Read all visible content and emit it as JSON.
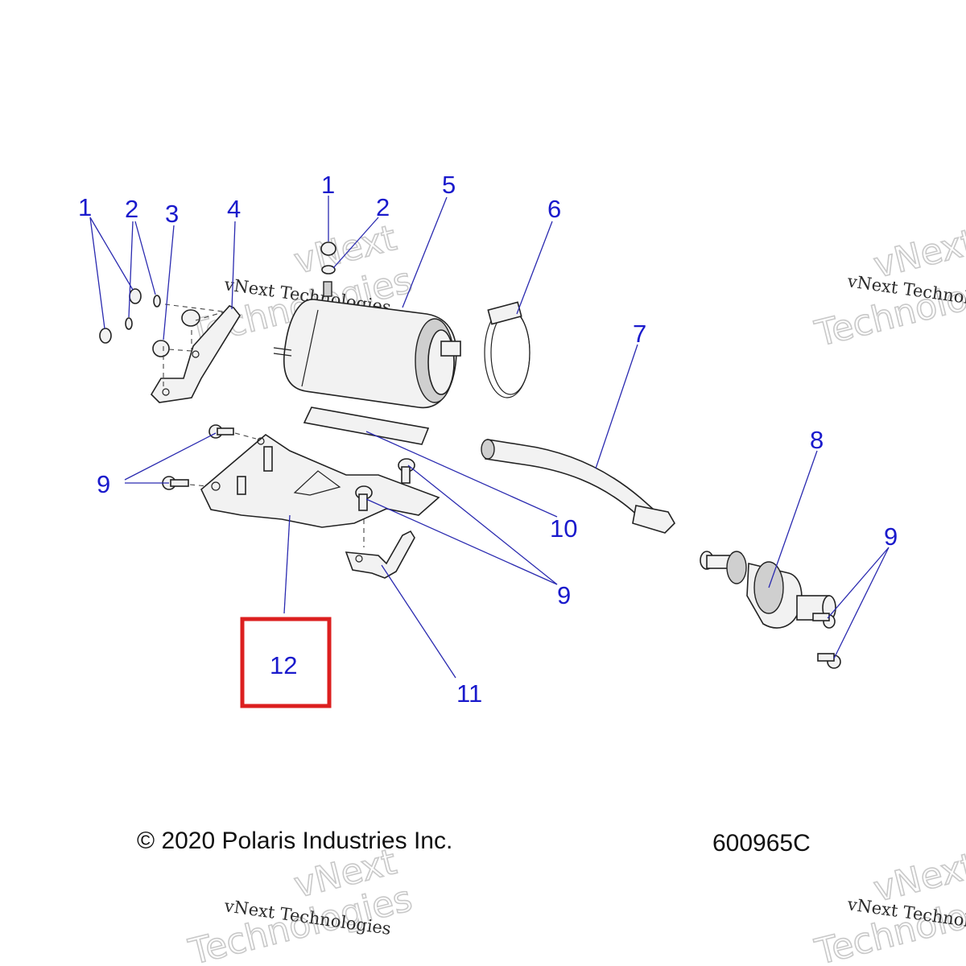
{
  "callouts": {
    "c1a": "1",
    "c2a": "2",
    "c3": "3",
    "c4": "4",
    "c1b": "1",
    "c2b": "2",
    "c5": "5",
    "c6": "6",
    "c7": "7",
    "c8": "8",
    "c9a": "9",
    "c9b": "9",
    "c9c": "9",
    "c10": "10",
    "c11": "11",
    "c12": "12"
  },
  "highlight": {
    "label": "12",
    "color": "#dc1f1f"
  },
  "footer": {
    "copyright": "© 2020 Polaris Industries Inc.",
    "drawing_number": "600965C"
  },
  "watermark": {
    "line1": "vNext Technologies",
    "line2": "vNext",
    "line3": "Technologies"
  },
  "colors": {
    "callout": "#1a1acc",
    "leader": "#2a2ab0"
  }
}
